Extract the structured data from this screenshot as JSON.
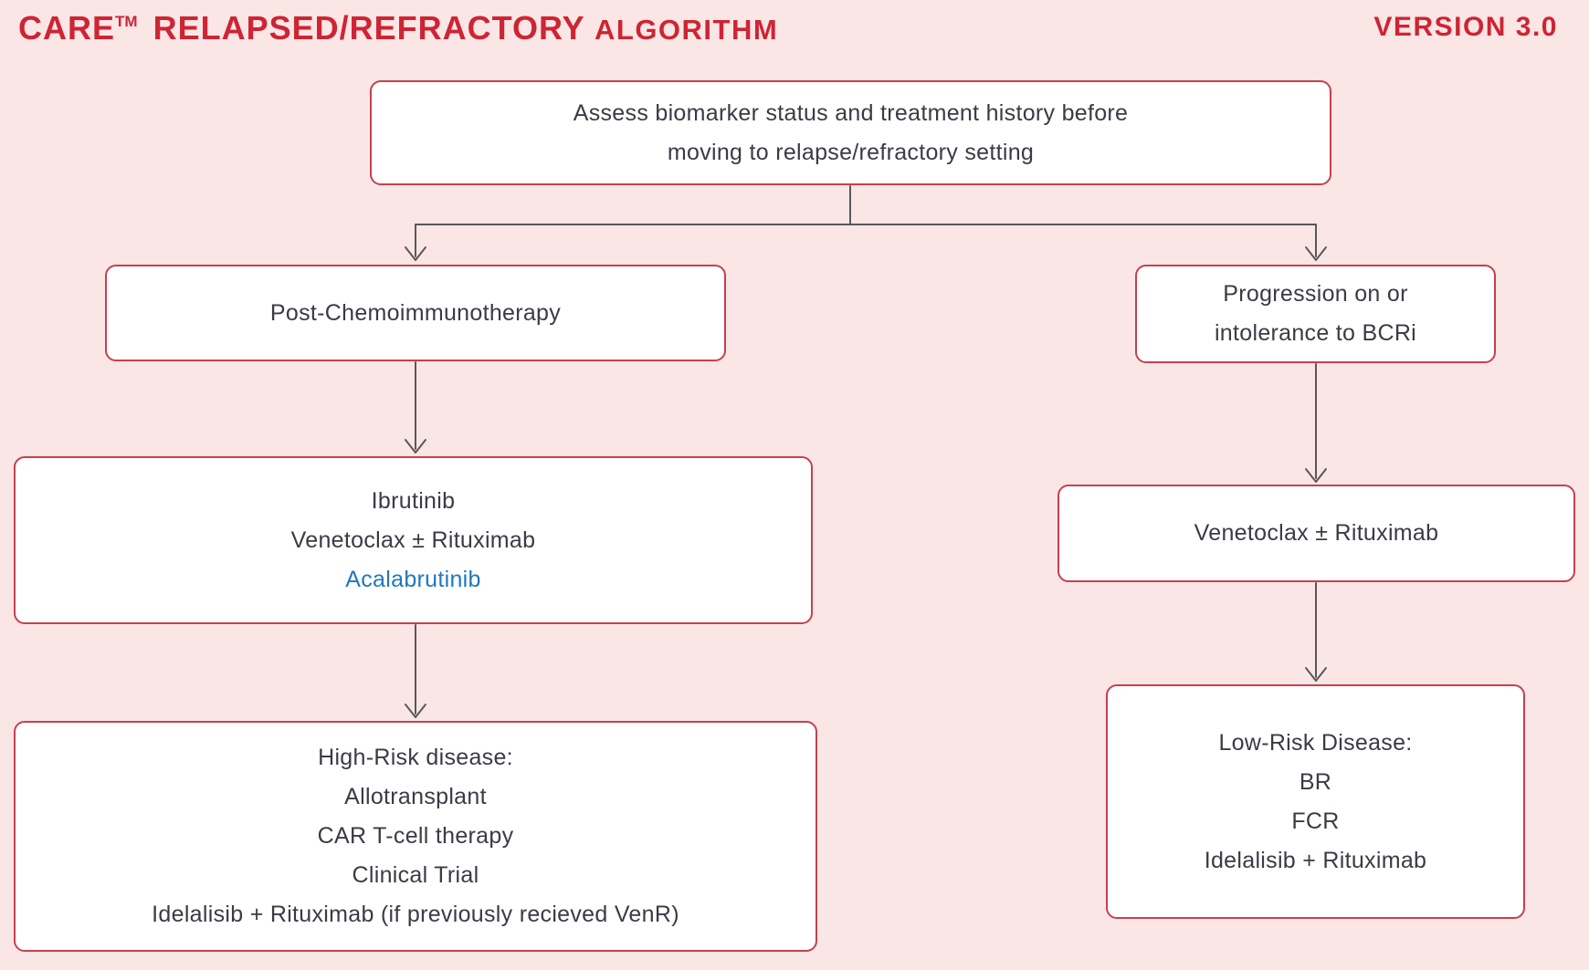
{
  "header": {
    "brand": "CARE",
    "trademark": "TM",
    "title": "RELAPSED/REFRACTORY",
    "subtitle": "ALGORITHM",
    "version": "VERSION 3.0"
  },
  "colors": {
    "background": "#FBE6E6",
    "box_fill": "#FFFFFF",
    "box_border": "#C5404F",
    "title_red": "#CE2433",
    "text_dark": "#3A3B45",
    "highlight_blue": "#1F78BE",
    "connector_gray": "#58585A"
  },
  "flowchart": {
    "nodes": {
      "assess": {
        "lines": [
          "Assess biomarker status and treatment history before",
          "moving to relapse/refractory setting"
        ]
      },
      "post_chemo": {
        "lines": [
          "Post-Chemoimmunotherapy"
        ]
      },
      "progression": {
        "lines": [
          "Progression on or",
          "intolerance to BCRi"
        ]
      },
      "post_chemo_treatments": {
        "lines": [
          "Ibrutinib",
          "Venetoclax ± Rituximab",
          "Acalabrutinib"
        ],
        "highlighted_line": "Acalabrutinib"
      },
      "bcri_treatment": {
        "lines": [
          "Venetoclax ± Rituximab"
        ]
      },
      "high_risk": {
        "lines": [
          "High-Risk disease:",
          "Allotransplant",
          "CAR T-cell therapy",
          "Clinical Trial",
          "Idelalisib + Rituximab (if previously recieved VenR)"
        ]
      },
      "low_risk": {
        "lines": [
          "Low-Risk Disease:",
          "BR",
          "FCR",
          "Idelalisib + Rituximab"
        ]
      }
    }
  }
}
